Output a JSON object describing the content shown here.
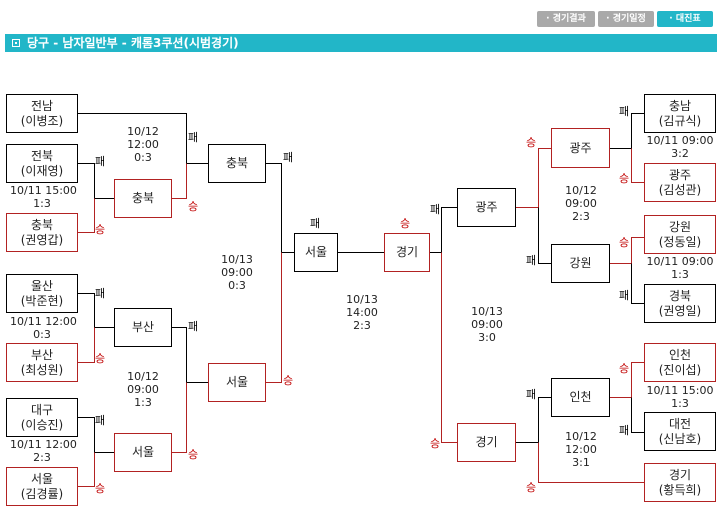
{
  "tabs": [
    {
      "label": "· 경기결과",
      "active": false
    },
    {
      "label": "· 경기일정",
      "active": false
    },
    {
      "label": "· 대진표",
      "active": true
    }
  ],
  "title": "당구 - 남자일반부 - 캐롬3쿠션(시범경기)",
  "result_labels": {
    "win": "승",
    "loss": "패"
  },
  "colors": {
    "accent": "#22b6c8",
    "winner": "#b22222",
    "loser": "#000000",
    "tab_inactive": "#a9a9a9"
  },
  "left": {
    "round1": [
      {
        "team": "전남",
        "player": "(이병조)"
      },
      {
        "team": "전북",
        "player": "(이재영)"
      },
      {
        "team": "충북",
        "player": "(권영갑)"
      },
      {
        "team": "울산",
        "player": "(박준현)"
      },
      {
        "team": "부산",
        "player": "(최성원)"
      },
      {
        "team": "대구",
        "player": "(이승진)"
      },
      {
        "team": "서울",
        "player": "(김경률)"
      }
    ],
    "round2": [
      "충북",
      "부산",
      "서울"
    ],
    "round3": [
      "충북",
      "서울"
    ],
    "semi": "서울",
    "matches": [
      {
        "date": "10/11",
        "time": "15:00",
        "score": "1:3"
      },
      {
        "date": "10/11",
        "time": "12:00",
        "score": "0:3"
      },
      {
        "date": "10/11",
        "time": "12:00",
        "score": "2:3"
      },
      {
        "date": "10/12",
        "time": "12:00",
        "score": "0:3"
      },
      {
        "date": "10/12",
        "time": "09:00",
        "score": "1:3"
      },
      {
        "date": "10/13",
        "time": "09:00",
        "score": "0:3"
      }
    ]
  },
  "final": {
    "champion": "경기",
    "left_semi_match": {
      "date": "10/13",
      "time": "14:00",
      "score": "2:3"
    },
    "right_semi_match": {
      "date": "10/13",
      "time": "09:00",
      "score": "3:0"
    }
  },
  "right": {
    "round1": [
      {
        "team": "충남",
        "player": "(김규식)"
      },
      {
        "team": "광주",
        "player": "(김성관)"
      },
      {
        "team": "강원",
        "player": "(정동일)"
      },
      {
        "team": "경북",
        "player": "(권영일)"
      },
      {
        "team": "인천",
        "player": "(진이섭)"
      },
      {
        "team": "대전",
        "player": "(신남호)"
      },
      {
        "team": "경기",
        "player": "(황득희)"
      }
    ],
    "round2": [
      "광주",
      "강원",
      "인천"
    ],
    "round3": [
      "광주",
      "경기"
    ],
    "semi": "경기",
    "matches": [
      {
        "date": "10/11",
        "time": "09:00",
        "score": "3:2"
      },
      {
        "date": "10/11",
        "time": "09:00",
        "score": "1:3"
      },
      {
        "date": "10/11",
        "time": "15:00",
        "score": "1:3"
      },
      {
        "date": "10/12",
        "time": "09:00",
        "score": "2:3"
      },
      {
        "date": "10/12",
        "time": "12:00",
        "score": "3:1"
      }
    ]
  }
}
